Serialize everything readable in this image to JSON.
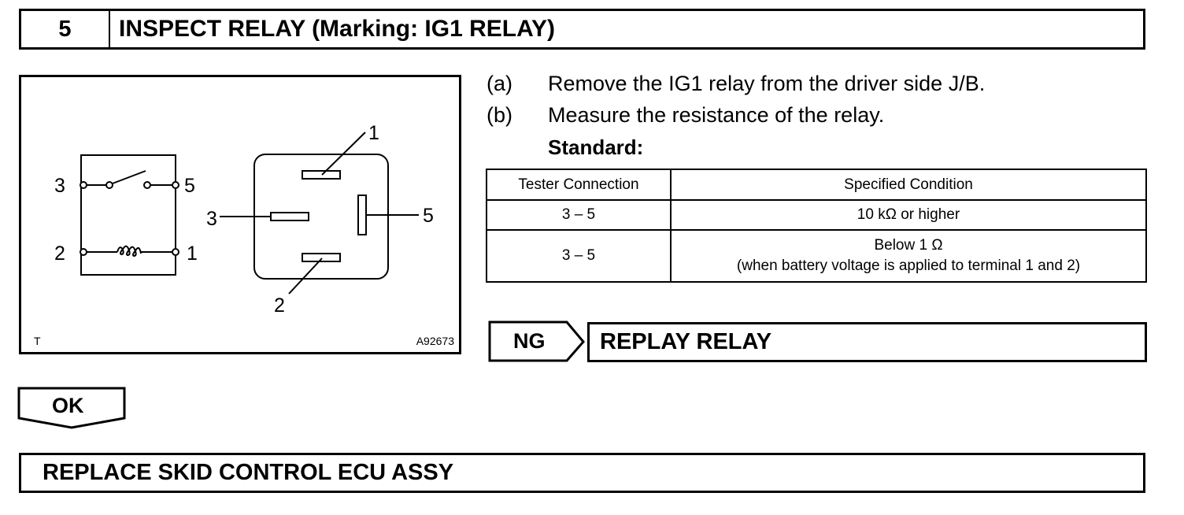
{
  "header": {
    "step_number": "5",
    "title": "INSPECT RELAY (Marking: IG1 RELAY)"
  },
  "figure": {
    "terminals": {
      "schematic_3": "3",
      "schematic_5": "5",
      "schematic_2": "2",
      "schematic_1": "1",
      "relay_1": "1",
      "relay_3": "3",
      "relay_5": "5",
      "relay_2": "2"
    },
    "corner_mark": "T",
    "figure_code": "A92673"
  },
  "instructions": {
    "a_letter": "(a)",
    "a_text": "Remove the IG1 relay from the driver side J/B.",
    "b_letter": "(b)",
    "b_text": "Measure the resistance of the relay.",
    "standard_label": "Standard:"
  },
  "table": {
    "headers": [
      "Tester Connection",
      "Specified Condition"
    ],
    "rows": [
      {
        "connection": "3 – 5",
        "condition_line1": "10 kΩ or higher",
        "condition_line2": ""
      },
      {
        "connection": "3 – 5",
        "condition_line1": "Below 1 Ω",
        "condition_line2": "(when battery voltage is applied to terminal 1 and 2)"
      }
    ]
  },
  "ng": {
    "label": "NG",
    "action": "REPLAY RELAY"
  },
  "ok": {
    "label": "OK"
  },
  "final_action": "REPLACE SKID CONTROL ECU ASSY"
}
